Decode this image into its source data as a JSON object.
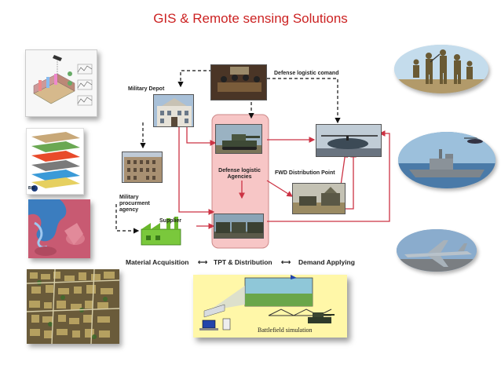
{
  "title": "GIS & Remote sensing Solutions",
  "diagram": {
    "nodes": {
      "defense_logistic_command": "Defense logistic comand",
      "military_depot": "Military Depot",
      "defense_logistic_agencies": "Defense logistic Agencies",
      "fwd_distribution_point": "FWD Distribution Point",
      "military_procurement_agency": "Military procurment agency",
      "supplier": "Supplier"
    },
    "stages": {
      "material_acquisition": "Material Acquisition",
      "tpt_distribution": "TPT & Distribution",
      "demand_applying": "Demand Applying",
      "arrow": "⟷"
    },
    "simulation_label": "Battlefield simulation"
  },
  "thumbnails": {
    "layer_stack_logo": "BSI"
  },
  "colors": {
    "title": "#cc2222",
    "flow_red": "#cc3344",
    "highlight_pink": "#f7c6c6",
    "sim_yellow": "#fff7a8"
  }
}
